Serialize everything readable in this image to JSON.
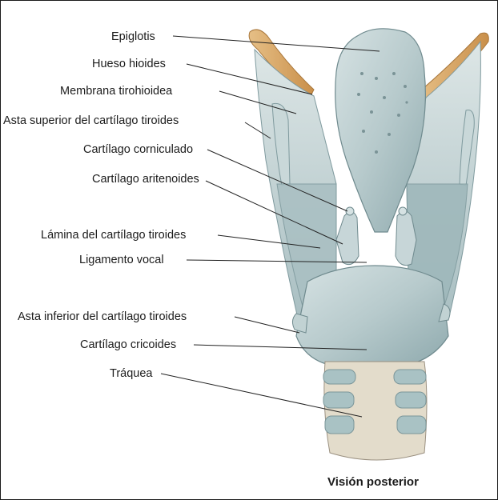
{
  "caption": "Visión posterior",
  "labels": {
    "epiglotis": "Epiglotis",
    "hueso_hioides": "Hueso hioides",
    "membrana_tirohioidea": "Membrana tirohioidea",
    "asta_superior": "Asta superior del cartílago tiroides",
    "cartilago_corniculado": "Cartílago corniculado",
    "cartilago_aritenoides": "Cartílago aritenoides",
    "lamina_tiroides": "Lámina del cartílago tiroides",
    "ligamento_vocal": "Ligamento vocal",
    "asta_inferior": "Asta inferior del cartílago tiroides",
    "cartilago_cricoides": "Cartílago cricoides",
    "traquea": "Tráquea"
  },
  "colors": {
    "cartilage": "#b9ccce",
    "cartilage_shadow": "#8aa7ab",
    "bone": "#d8a868",
    "trachea_band": "#dcd4c0",
    "leader_line": "#222222"
  }
}
